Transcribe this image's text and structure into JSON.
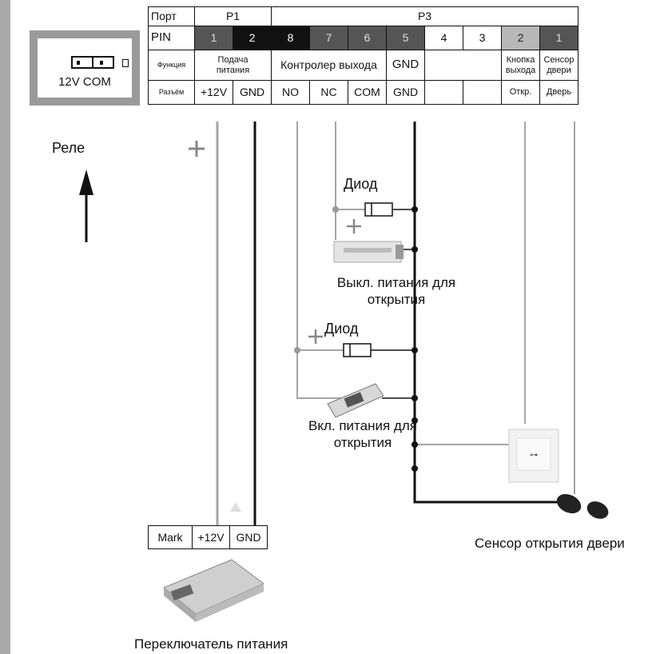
{
  "relay": {
    "label": "12V COM",
    "caption": "Реле"
  },
  "table": {
    "row_port": {
      "header": "Порт",
      "p1": "P1",
      "p3": "P3"
    },
    "row_pin": {
      "header": "PIN",
      "pins": [
        "1",
        "2",
        "8",
        "7",
        "6",
        "5",
        "4",
        "3",
        "2",
        "1"
      ]
    },
    "row_function": {
      "header": "Функция",
      "power": "Подача питания",
      "controller": "Контролер выхода",
      "gnd": "GND",
      "exit_button": "Кнопка выхода",
      "door_sensor": "Сенсор двери"
    },
    "row_connector": {
      "header": "Разъём",
      "values": [
        "+12V",
        "GND",
        "NO",
        "NC",
        "COM",
        "GND",
        "",
        "",
        "Откр.",
        "Дверь"
      ]
    }
  },
  "labels": {
    "diode1": "Диод",
    "diode2": "Диод",
    "plus": "+",
    "lock_off": "Выкл. питания для открытия",
    "lock_on": "Вкл. питания для открытия",
    "door_sensor": "Сенсор открытия двери",
    "power_switch": "Переключатель питания"
  },
  "psu_terminals": [
    "Mark",
    "+12V",
    "GND"
  ]
}
